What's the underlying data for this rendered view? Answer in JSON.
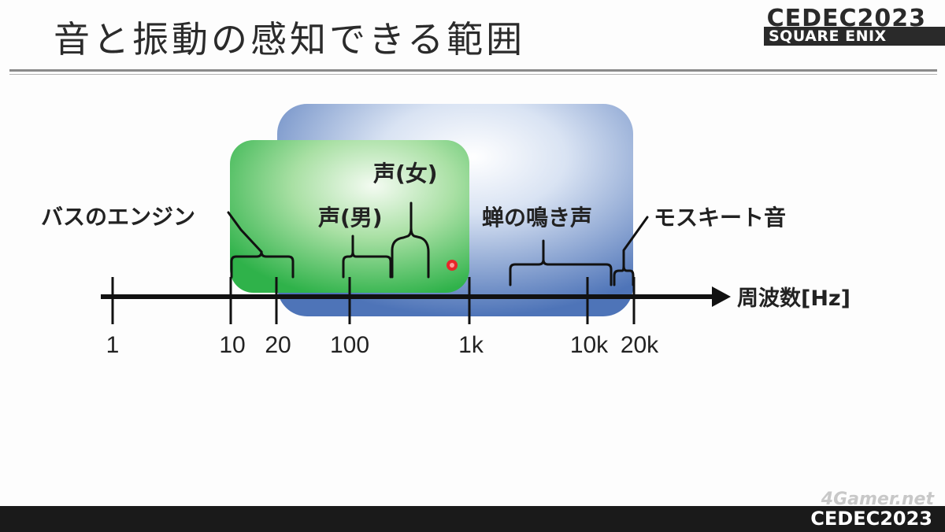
{
  "slide": {
    "title": "音と振動の感知できる範囲",
    "logo_top_cedec": "CEDEC2023",
    "logo_top_sqex": "SQUARE ENIX",
    "bottom_logo": "CEDEC2023",
    "watermark": "4Gamer.net"
  },
  "diagram": {
    "axis_label": "周波数[Hz]",
    "ticks": [
      {
        "label": "1"
      },
      {
        "label": "10"
      },
      {
        "label": "20"
      },
      {
        "label": "100"
      },
      {
        "label": "1k"
      },
      {
        "label": "10k"
      },
      {
        "label": "20k"
      }
    ],
    "sources": {
      "bus_engine": "バスのエンジン",
      "voice_male": "声(男)",
      "voice_female": "声(女)",
      "cicada": "蝉の鳴き声",
      "mosquito": "モスキート音"
    },
    "colors": {
      "sound_range": "#6e8fc6",
      "vibration_range": "#4cbf5e",
      "axis": "#111111"
    }
  }
}
